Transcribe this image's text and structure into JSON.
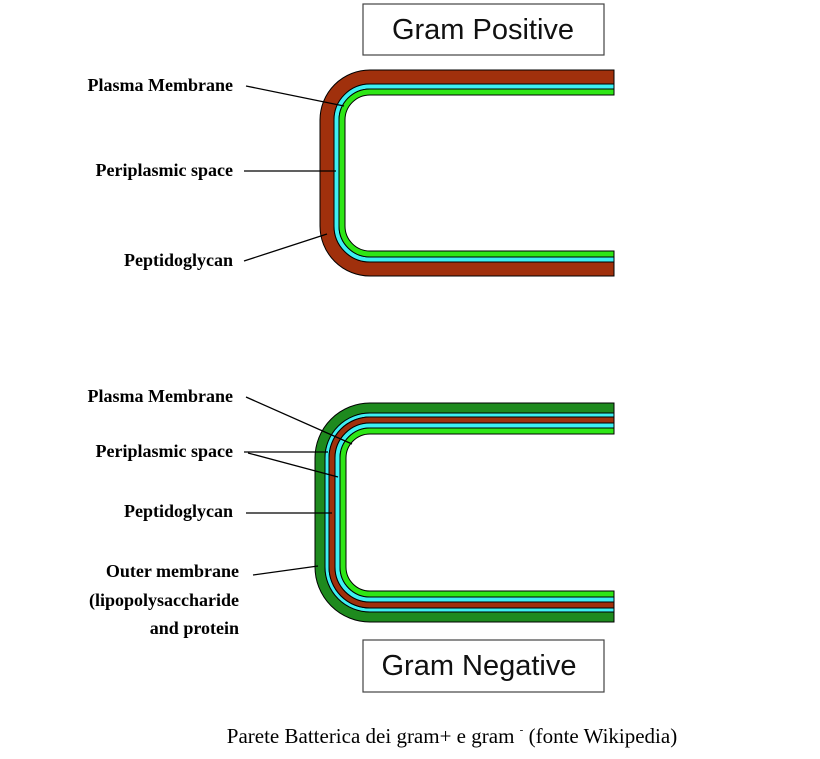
{
  "gram_positive": {
    "title": "Gram Positive",
    "labels": {
      "plasma_membrane": "Plasma Membrane",
      "periplasmic_space": "Periplasmic space",
      "peptidoglycan": "Peptidoglycan"
    }
  },
  "gram_negative": {
    "title": "Gram Negative",
    "labels": {
      "plasma_membrane": "Plasma Membrane",
      "periplasmic_space": "Periplasmic space",
      "peptidoglycan": "Peptidoglycan",
      "outer_membrane_line1": "Outer membrane",
      "outer_membrane_line2": "(lipopolysaccharide",
      "outer_membrane_line3": "and protein"
    }
  },
  "caption": {
    "main": "Parete Batterica dei gram+ e gram",
    "superscript": "-",
    "tail": " (fonte Wikipedia)"
  },
  "colors": {
    "peptidoglycan": "#a0300c",
    "periplasmic_space": "#3ef0f2",
    "plasma_membrane": "#2ee616",
    "outer_membrane": "#1e8a1e",
    "outline": "#000000"
  }
}
